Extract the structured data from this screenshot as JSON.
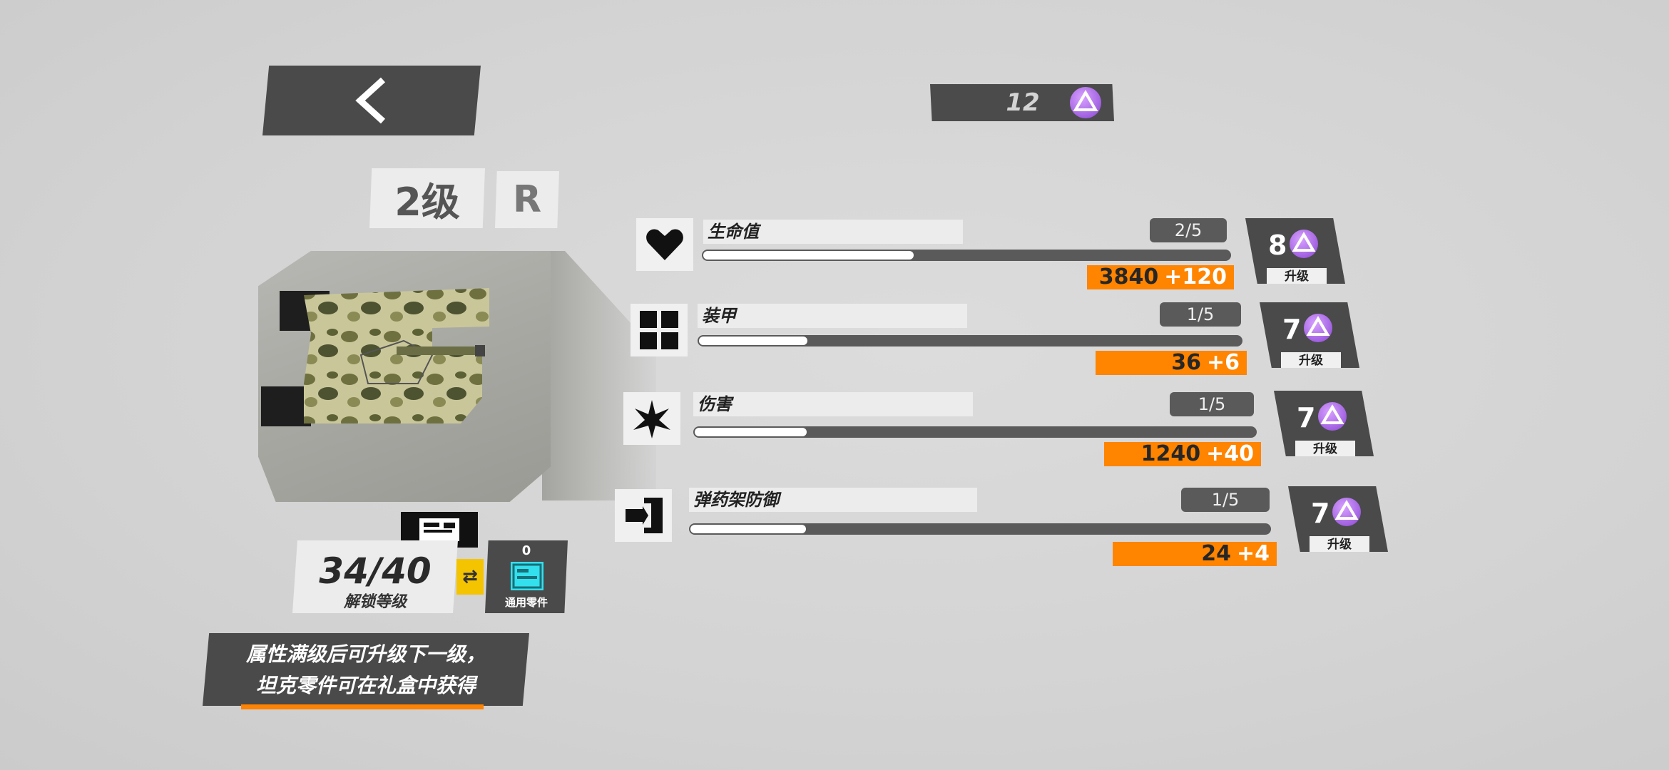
{
  "currency": {
    "amount": "12"
  },
  "tank": {
    "level": "2级",
    "rarity": "R"
  },
  "parts": {
    "count": "34/40",
    "label": "解锁等级",
    "universal_count": "0",
    "universal_label": "通用零件"
  },
  "hint": {
    "line1": "属性满级后可升级下一级，",
    "line2": "坦克零件可在礼盒中获得"
  },
  "stats": [
    {
      "name": "生命值",
      "progress": "2/5",
      "fill": 0.4,
      "value": "3840",
      "bonus": "+120",
      "cost": "8",
      "upgrade_label": "升级"
    },
    {
      "name": "装甲",
      "progress": "1/5",
      "fill": 0.2,
      "value": "36",
      "bonus": "+6",
      "cost": "7",
      "upgrade_label": "升级"
    },
    {
      "name": "伤害",
      "progress": "1/5",
      "fill": 0.2,
      "value": "1240",
      "bonus": "+40",
      "cost": "7",
      "upgrade_label": "升级"
    },
    {
      "name": "弹药架防御",
      "progress": "1/5",
      "fill": 0.2,
      "value": "24",
      "bonus": "+4",
      "cost": "7",
      "upgrade_label": "升级"
    }
  ],
  "icons": {
    "back": "chevron-left-icon",
    "gem": "gem-icon",
    "swap": "swap-icon"
  },
  "colors": {
    "accent": "#ff8400",
    "panel": "#4a4a4a",
    "gem": "#a060e0",
    "universal": "#33e0ee",
    "swap": "#f4c400"
  }
}
